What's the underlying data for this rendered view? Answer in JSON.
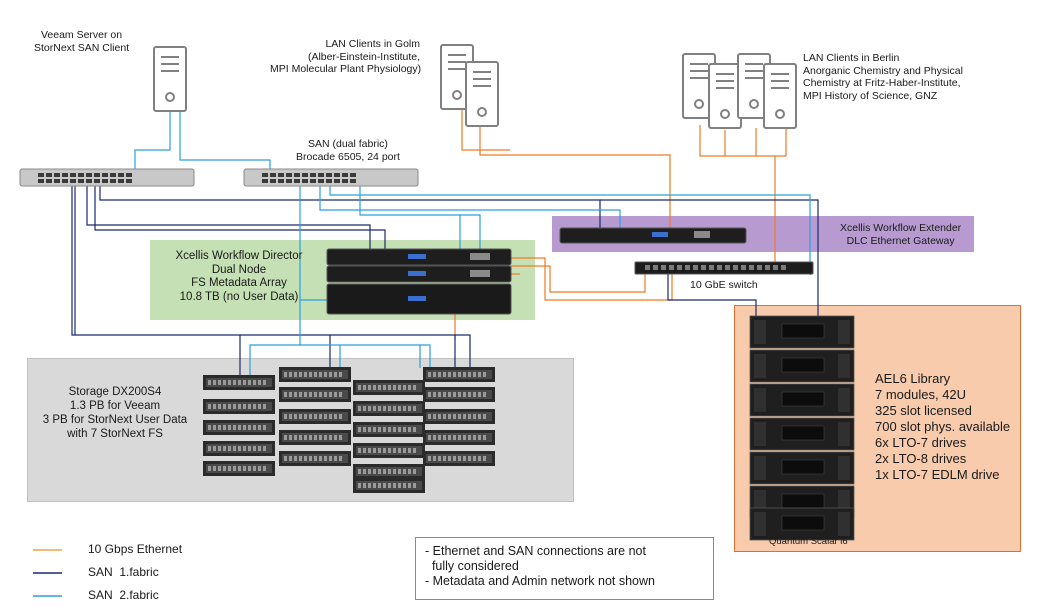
{
  "labels": {
    "veeam_server": [
      "Veeam Server on",
      "StorNext SAN Client"
    ],
    "clients_golm": [
      "LAN Clients in Golm",
      "(Alber-Einstein-Institute,",
      "MPI Molecular Plant Physiology)"
    ],
    "clients_berlin": [
      "LAN Clients in Berlin",
      "Anorganic Chemistry and Physical",
      "Chemistry at Fritz-Haber-Institute,",
      "MPI History of Science, GNZ"
    ],
    "san": [
      "SAN  (dual fabric)",
      "Brocade 6505, 24 port"
    ],
    "workflow_extender": [
      "Xcellis Workflow Extender",
      "DLC Ethernet Gateway"
    ],
    "workflow_director": [
      "Xcellis Workflow Director",
      "Dual Node",
      "FS Metadata Array",
      "10.8  TB  (no User Data)"
    ],
    "gbe_switch": "10 GbE switch",
    "storage": [
      "Storage DX200S4",
      "1.3 PB for Veeam",
      "3 PB for StorNext User Data",
      "with 7 StorNext FS"
    ],
    "library": [
      "AEL6 Library",
      "7 modules, 42U",
      "325 slot licensed",
      "700 slot phys. available",
      "6x LTO-7 drives",
      "2x LTO-8 drives",
      "1x LTO-7 EDLM drive"
    ],
    "library_caption": "Quantum Scalar i6",
    "notes": [
      "- Ethernet and SAN connections are not",
      "  fully considered",
      "- Metadata and Admin network not shown"
    ]
  },
  "legend": [
    {
      "label": "10 Gbps Ethernet",
      "color": "#f0a040"
    },
    {
      "label": "SAN  1.fabric",
      "color": "#1a2a6e"
    },
    {
      "label": "SAN  2.fabric",
      "color": "#2aa0e0"
    }
  ],
  "colors": {
    "ethernet": "#f07a20",
    "san1": "#1a2a6e",
    "san2": "#2aa0e0",
    "director_bg": "#c5e0b4",
    "extender_bg": "#b79bd0",
    "storage_bg": "#d9d9d9",
    "library_bg": "#f8cbad",
    "library_border": "#e07030",
    "notes_border": "#e07030"
  }
}
